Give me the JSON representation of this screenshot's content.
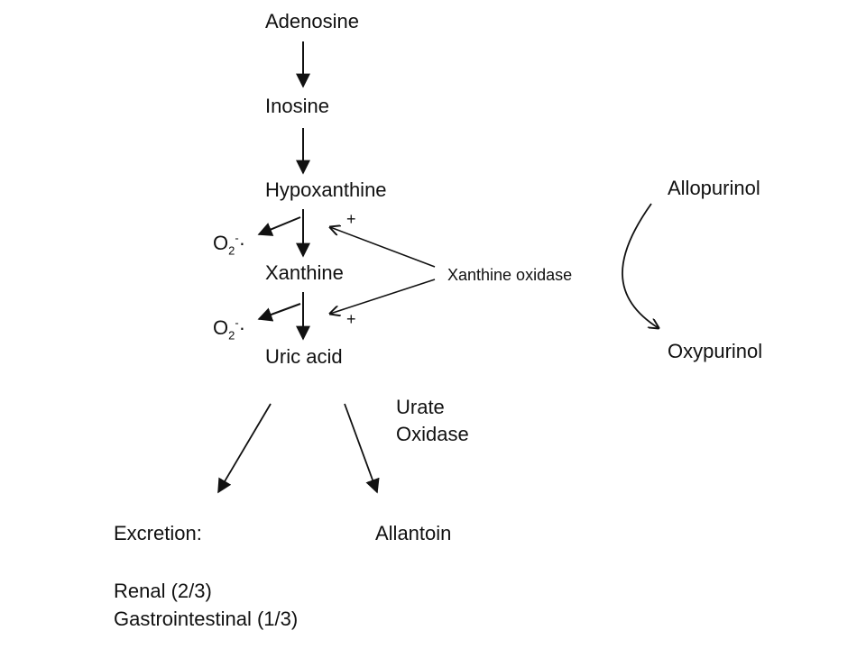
{
  "pathway": {
    "adenosine": "Adenosine",
    "inosine": "Inosine",
    "hypoxanthine": "Hypoxanthine",
    "xanthine": "Xanthine",
    "uric_acid": "Uric acid"
  },
  "superoxide": {
    "o_symbol": "O",
    "subscript": "2",
    "superscript": "-",
    "radical_dot": "·"
  },
  "enzymes": {
    "xanthine_oxidase": "Xanthine oxidase",
    "stimulation_sign": "+",
    "urate_oxidase_line1": "Urate",
    "urate_oxidase_line2": "Oxidase"
  },
  "drug": {
    "allopurinol": "Allopurinol",
    "oxypurinol": "Oxypurinol"
  },
  "fates": {
    "excretion_heading": "Excretion:",
    "renal": "Renal (2/3)",
    "gastrointestinal": "Gastrointestinal (1/3)",
    "allantoin": "Allantoin"
  }
}
